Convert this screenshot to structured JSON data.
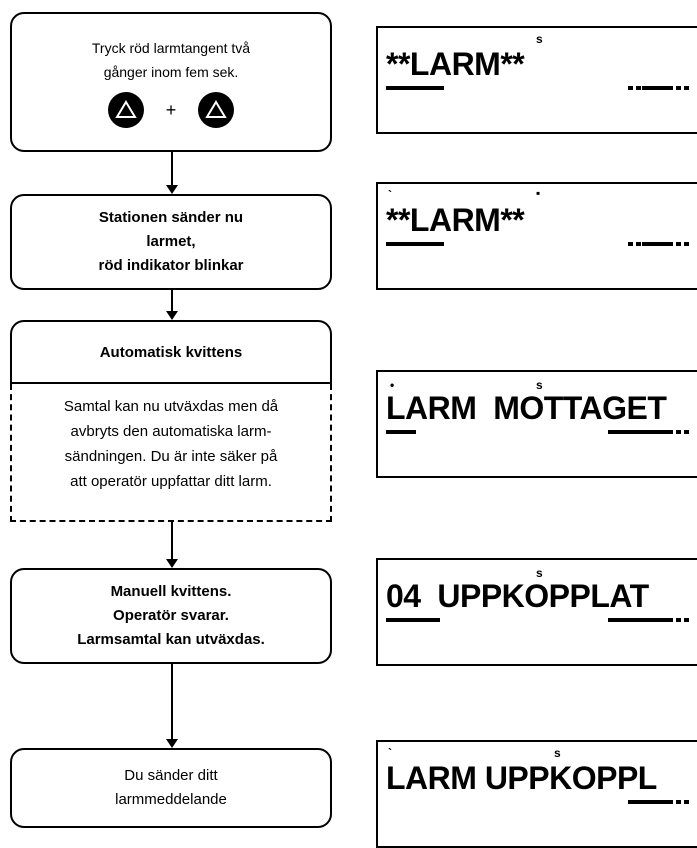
{
  "steps": {
    "step1": {
      "text": "Tryck röd larmtangent två\ngånger inom fem sek.",
      "plus": "+",
      "icon1": "alarm-triangle-icon",
      "icon2": "alarm-triangle-icon"
    },
    "step2": {
      "text": "Stationen sänder nu\nlarmet,\nröd indikator blinkar"
    },
    "step3": {
      "title": "Automatisk kvittens",
      "note": "Samtal kan nu utväxdas men då\navbryts den automatiska larm-\nsändningen. Du är inte säker på\natt operatör uppfattar ditt larm."
    },
    "step4": {
      "text": "Manuell kvittens.\nOperatör svarar.\nLarmsamtal kan utväxdas."
    },
    "step5": {
      "text": "Du sänder ditt\nlarmmeddelande"
    }
  },
  "displays": [
    {
      "text": "**LARM**",
      "marker": "s"
    },
    {
      "text": "**LARM**",
      "marker": "▪"
    },
    {
      "text": "LARM  MOTTAGET"
    },
    {
      "text": "04  UPPKOPPLAT",
      "marker": "s"
    },
    {
      "text": "LARM UPPKOPPL",
      "marker": "s"
    }
  ]
}
